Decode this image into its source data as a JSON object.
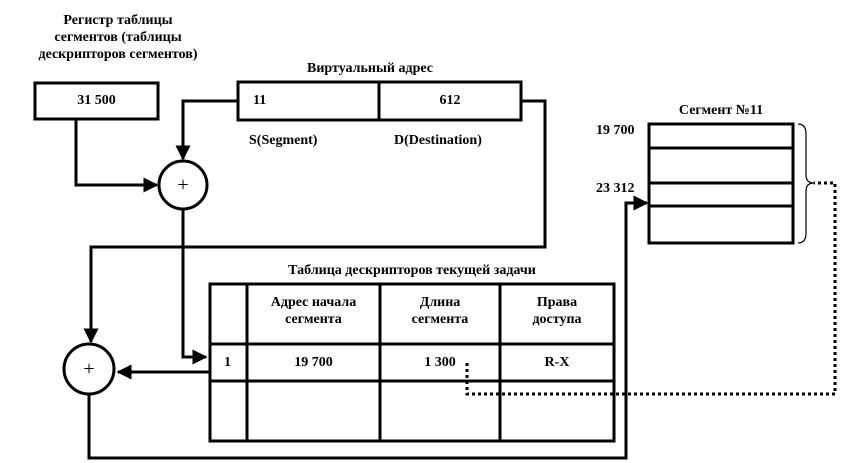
{
  "segment_register": {
    "caption_lines": [
      "Регистр таблицы",
      "сегментов (таблицы",
      "дескрипторов сегментов)"
    ],
    "value": "31 500"
  },
  "virtual_address": {
    "title": "Виртуальный адрес",
    "s_value": "11",
    "d_value": "612",
    "s_label": "S(Segment)",
    "d_label": "D(Destination)"
  },
  "adders": {
    "symbol": "+"
  },
  "descriptor_table": {
    "title": "Таблица дескрипторов текущей задачи",
    "headers": [
      [
        "Адрес начала",
        "сегмента"
      ],
      [
        "Длина",
        "сегмента"
      ],
      [
        "Права",
        "доступа"
      ]
    ],
    "row": {
      "index": "1",
      "start": "19 700",
      "length": "1 300",
      "rights": "R-X"
    }
  },
  "segment": {
    "title": "Сегмент №11",
    "start_address": "19 700",
    "physical_address": "23 312"
  }
}
